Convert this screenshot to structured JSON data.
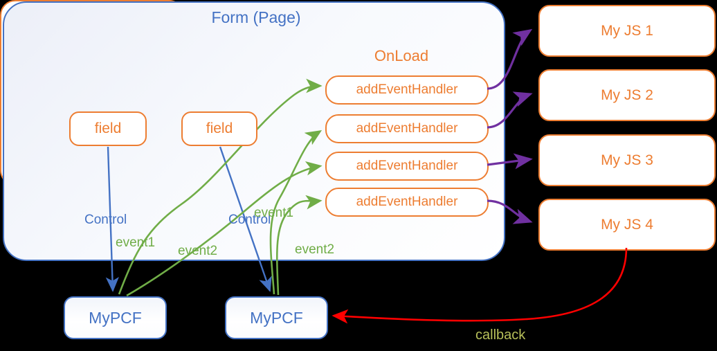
{
  "diagram": {
    "title": "PCF custom control event wiring diagram",
    "background_color": "#000000",
    "colors": {
      "form_border": "#4472C4",
      "orange": "#ED7D31",
      "blue": "#4472C4",
      "green": "#70AD47",
      "purple": "#7030A0",
      "red": "#FF0000",
      "callback_label": "#B8C05A"
    }
  },
  "form": {
    "title": "Form (Page)",
    "fields": [
      {
        "label": "field"
      },
      {
        "label": "field"
      }
    ],
    "onload": {
      "title": "OnLoad",
      "handlers": [
        {
          "label": "addEventHandler"
        },
        {
          "label": "addEventHandler"
        },
        {
          "label": "addEventHandler"
        },
        {
          "label": "addEventHandler"
        }
      ]
    }
  },
  "js_boxes": [
    {
      "label": "My JS 1"
    },
    {
      "label": "My JS 2"
    },
    {
      "label": "My JS 3"
    },
    {
      "label": "My JS 4"
    }
  ],
  "pcf_controls": [
    {
      "label": "MyPCF"
    },
    {
      "label": "MyPCF"
    }
  ],
  "edge_labels": {
    "control_1": "Control",
    "event1_a": "event1",
    "event2_a": "event2",
    "control_2": "Control",
    "event1_b": "event1",
    "event2_b": "event2",
    "callback": "callback"
  }
}
